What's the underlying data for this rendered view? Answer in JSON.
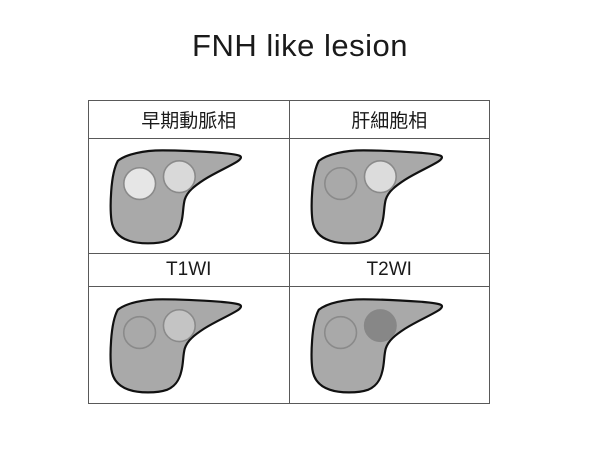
{
  "slide": {
    "title": "FNH like lesion",
    "background": "#ffffff"
  },
  "table": {
    "headers": [
      {
        "label": "早期動脈相"
      },
      {
        "label": "肝細胞相"
      }
    ],
    "mid_labels": [
      {
        "label": "T1WI"
      },
      {
        "label": "T2WI"
      }
    ],
    "diagrams": {
      "early_arterial": {
        "left_lesion_fill": "#e6e6e6",
        "right_lesion_fill": "#d9d9d9"
      },
      "hepatobiliary": {
        "left_lesion_fill": "#a9a9a9",
        "right_lesion_fill": "#dcdcdc"
      },
      "t1wi": {
        "left_lesion_fill": "#a9a9a9",
        "right_lesion_fill": "#c4c4c4"
      },
      "t2wi": {
        "left_lesion_fill": "#a9a9a9",
        "right_lesion_fill": "#878787"
      }
    }
  },
  "colors": {
    "liver_fill": "#a9a9a9",
    "liver_outline": "#111111",
    "lesion_stroke": "#8a8a8a",
    "table_border": "#595959",
    "title_color": "#1a1a1a"
  }
}
